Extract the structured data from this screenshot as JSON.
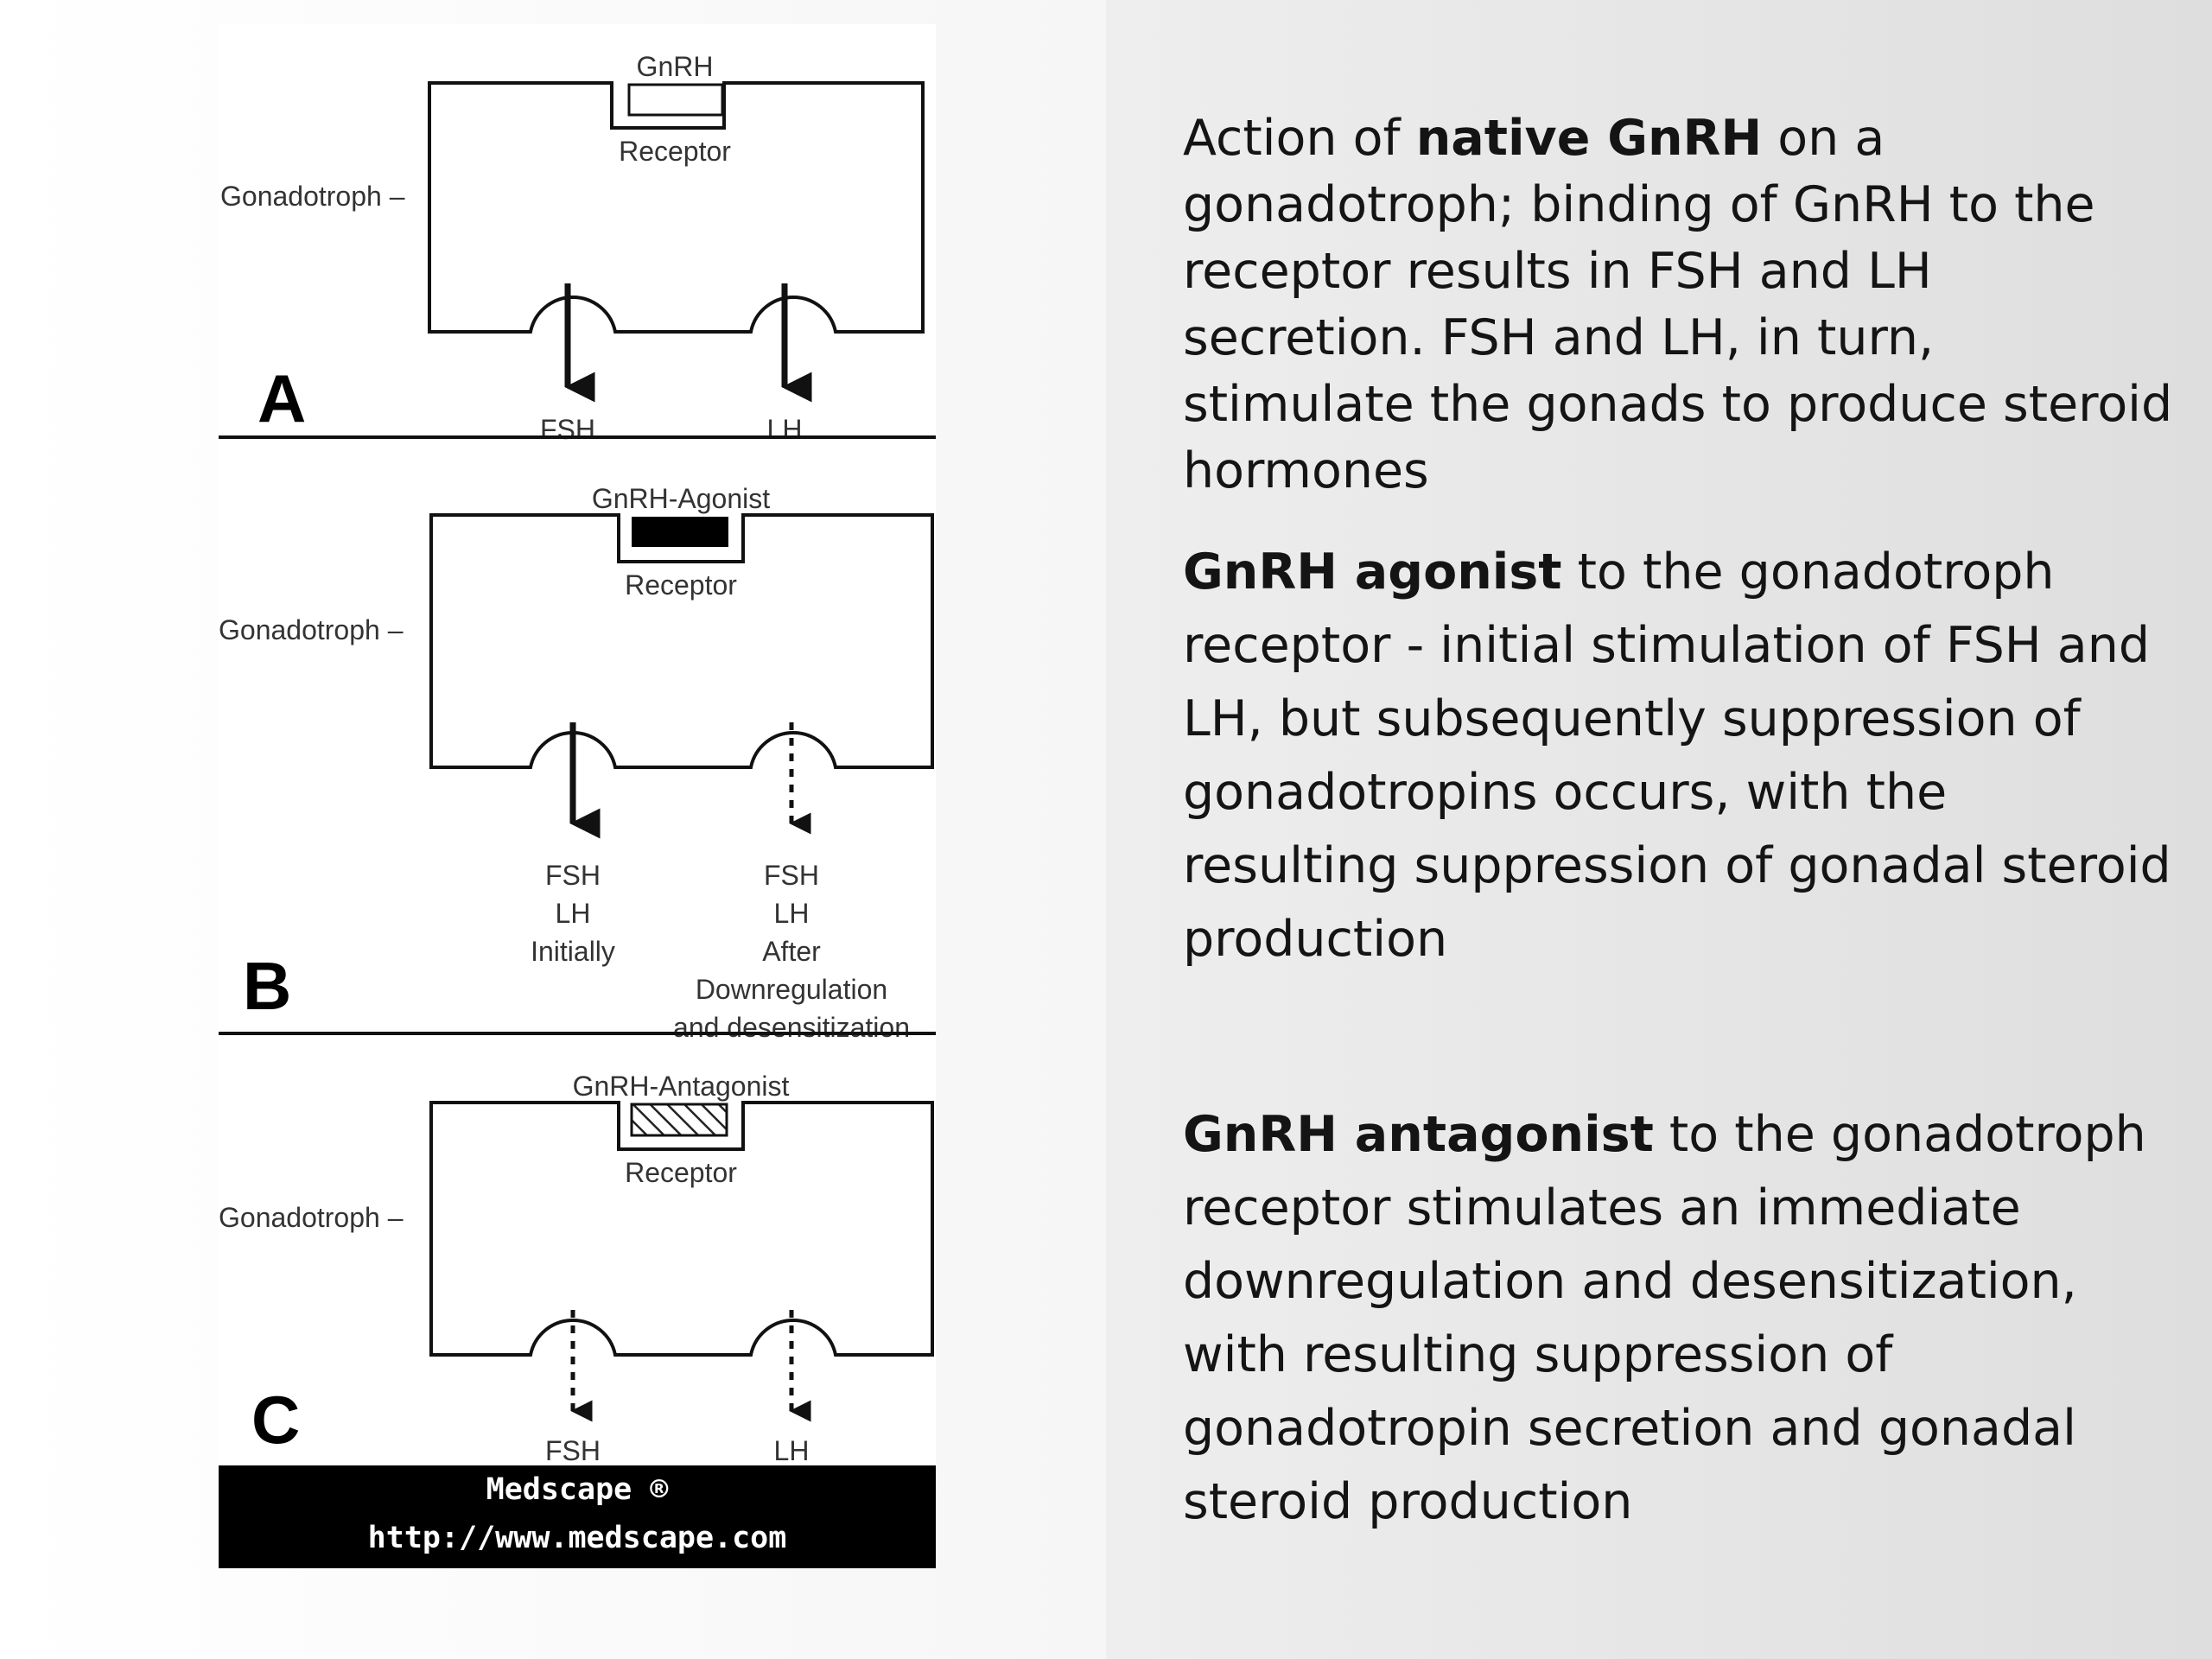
{
  "figure": {
    "panels": [
      {
        "letter": "A",
        "ligand": "GnRH",
        "receptor_label": "Receptor",
        "cell_label": "Gonadotroph –",
        "arrows": [
          {
            "label": "FSH"
          },
          {
            "label": "LH"
          }
        ]
      },
      {
        "letter": "B",
        "ligand": "GnRH-Agonist",
        "receptor_label": "Receptor",
        "cell_label": "Gonadotroph –",
        "arrows": [
          {
            "lines": [
              "FSH",
              "LH",
              "Initially"
            ]
          },
          {
            "lines": [
              "FSH",
              "LH",
              "After",
              "Downregulation",
              "and desensitization"
            ]
          }
        ]
      },
      {
        "letter": "C",
        "ligand": "GnRH-Antagonist",
        "receptor_label": "Receptor",
        "cell_label": "Gonadotroph –",
        "arrows": [
          {
            "label": "FSH"
          },
          {
            "label": "LH"
          }
        ]
      }
    ],
    "footer": {
      "line1": "Medscape ®",
      "line2": "http://www.medscape.com"
    }
  },
  "text": {
    "p1": {
      "pre": "Action of ",
      "bold": "native GnRH",
      "post": " on a gonadotroph; binding of GnRH to the receptor results in FSH and LH secretion. FSH and LH, in turn, stimulate the gonads to produce steroid hormones"
    },
    "p2": {
      "bold": "GnRH agonist",
      "post": " to the gonadotroph receptor - initial stimulation of FSH and LH, but subsequently suppression of gonadotropins occurs, with the resulting suppression of gonadal steroid production"
    },
    "p3": {
      "bold": "GnRH antagonist",
      "post": " to the gonadotroph receptor stimulates an immediate downregulation and desensitization, with resulting suppression of gonadotropin secretion and gonadal steroid production"
    }
  }
}
